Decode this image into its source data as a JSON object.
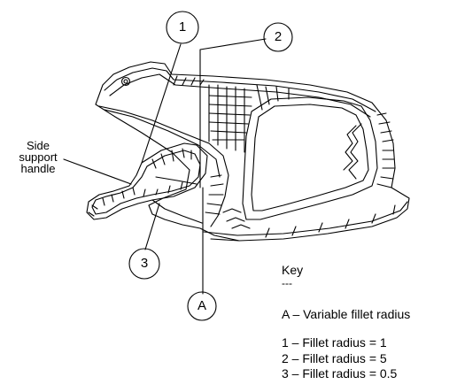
{
  "callouts": [
    {
      "id": "callout-1",
      "label": "1"
    },
    {
      "id": "callout-2",
      "label": "2"
    },
    {
      "id": "callout-3",
      "label": "3"
    },
    {
      "id": "callout-a",
      "label": "A"
    }
  ],
  "side_label": "Side support handle",
  "key": {
    "title": "Key",
    "underline": "---",
    "items": [
      "A – Variable fillet radius",
      "1 – Fillet radius = 1",
      "2 – Fillet radius = 5",
      "3 – Fillet radius = 0.5"
    ]
  },
  "colors": {
    "line": "#000000",
    "background": "#ffffff"
  }
}
